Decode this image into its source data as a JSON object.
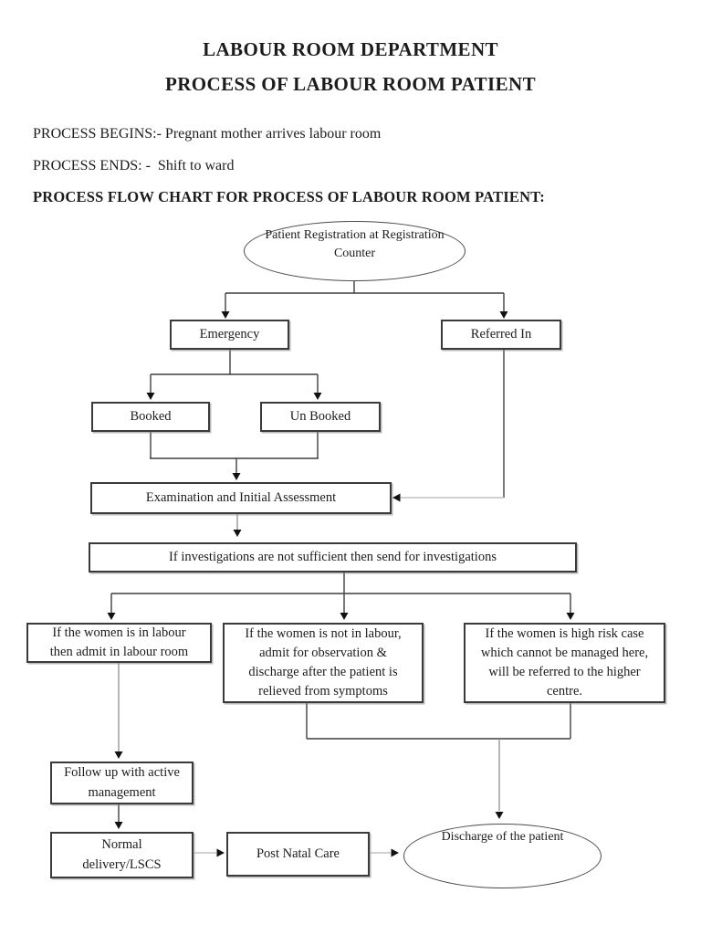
{
  "document": {
    "title": "LABOUR ROOM DEPARTMENT",
    "subtitle": "PROCESS OF LABOUR ROOM PATIENT",
    "process_begins": "PROCESS BEGINS:- Pregnant mother arrives labour room",
    "process_ends": "PROCESS ENDS: -  Shift to ward",
    "flow_chart_heading": "PROCESS FLOW CHART FOR PROCESS OF LABOUR ROOM PATIENT:"
  },
  "flowchart": {
    "nodes": {
      "registration": {
        "shape": "ellipse",
        "label": [
          "Patient Registration at Registration",
          "Counter"
        ]
      },
      "emergency": {
        "shape": "rect",
        "label": "Emergency"
      },
      "referred_in": {
        "shape": "rect",
        "label": "Referred In"
      },
      "booked": {
        "shape": "rect",
        "label": "Booked"
      },
      "unbooked": {
        "shape": "rect",
        "label": "Un Booked"
      },
      "examination": {
        "shape": "rect",
        "label": "Examination and Initial Assessment"
      },
      "investigations": {
        "shape": "rect",
        "label": "If investigations are not sufficient then send for investigations"
      },
      "in_labour": {
        "shape": "rect",
        "label": [
          "If the women is in labour",
          "then admit in labour room"
        ]
      },
      "not_in_labour": {
        "shape": "rect",
        "label": [
          "If the women is not in labour,",
          "admit for observation &",
          "discharge after the patient is",
          "relieved from symptoms"
        ]
      },
      "high_risk": {
        "shape": "rect",
        "label": [
          "If the women is high risk case",
          "which cannot be managed here,",
          "will be referred to the higher",
          "centre."
        ]
      },
      "follow_up": {
        "shape": "rect",
        "label": [
          "Follow up with active",
          "management"
        ]
      },
      "normal_delivery": {
        "shape": "rect",
        "label": [
          "Normal",
          "delivery/LSCS"
        ]
      },
      "post_natal": {
        "shape": "rect",
        "label": "Post Natal Care"
      },
      "discharge": {
        "shape": "ellipse",
        "label": "Discharge of the patient"
      }
    },
    "edges": [
      {
        "from": "registration",
        "to": "emergency"
      },
      {
        "from": "registration",
        "to": "referred_in"
      },
      {
        "from": "emergency",
        "to": "booked"
      },
      {
        "from": "emergency",
        "to": "unbooked"
      },
      {
        "from": "booked",
        "to": "examination"
      },
      {
        "from": "unbooked",
        "to": "examination"
      },
      {
        "from": "referred_in",
        "to": "examination"
      },
      {
        "from": "examination",
        "to": "investigations"
      },
      {
        "from": "investigations",
        "to": "in_labour"
      },
      {
        "from": "investigations",
        "to": "not_in_labour"
      },
      {
        "from": "investigations",
        "to": "high_risk"
      },
      {
        "from": "in_labour",
        "to": "follow_up"
      },
      {
        "from": "follow_up",
        "to": "normal_delivery"
      },
      {
        "from": "normal_delivery",
        "to": "post_natal"
      },
      {
        "from": "post_natal",
        "to": "discharge"
      },
      {
        "from": "not_in_labour",
        "to": "discharge"
      },
      {
        "from": "high_risk",
        "to": "discharge"
      }
    ],
    "colors": {
      "line": "#3f3f3f",
      "line_light": "#c2c2c2",
      "arrow": "#111111",
      "text": "#1c1c1c",
      "background": "#ffffff"
    }
  }
}
